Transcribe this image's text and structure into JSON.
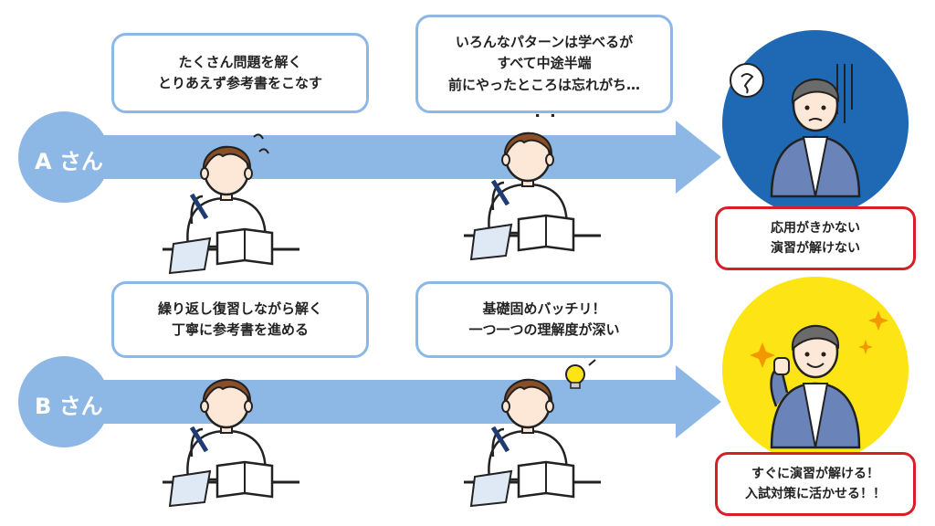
{
  "row_a": {
    "name": "A さん",
    "bubble1": {
      "line1": "たくさん問題を解く",
      "line2": "とりあえず参考書をこなす"
    },
    "bubble2": {
      "line1": "いろんなパターンは学べるが",
      "line2": "すべて中途半端",
      "line3": "前にやったところは忘れがち…"
    },
    "result": {
      "line1": "応用がきかない",
      "line2": "演習が解けない"
    }
  },
  "row_b": {
    "name": "B さん",
    "bubble1": {
      "line1": "繰り返し復習しながら解く",
      "line2": "丁寧に参考書を進める"
    },
    "bubble2": {
      "line1": "基礎固めバッチリ！",
      "line2": "一つ一つの理解度が深い"
    },
    "result": {
      "line1": "すぐに演習が解ける！",
      "line2": "入試対策に活かせる！！"
    }
  },
  "colors": {
    "arrow": "#8db8e6",
    "circle_label": "#8db8e6",
    "bad_bg": "#1f69b4",
    "good_bg": "#fde414",
    "result_border": "#d81e28",
    "jacket": "#6a83b8"
  }
}
